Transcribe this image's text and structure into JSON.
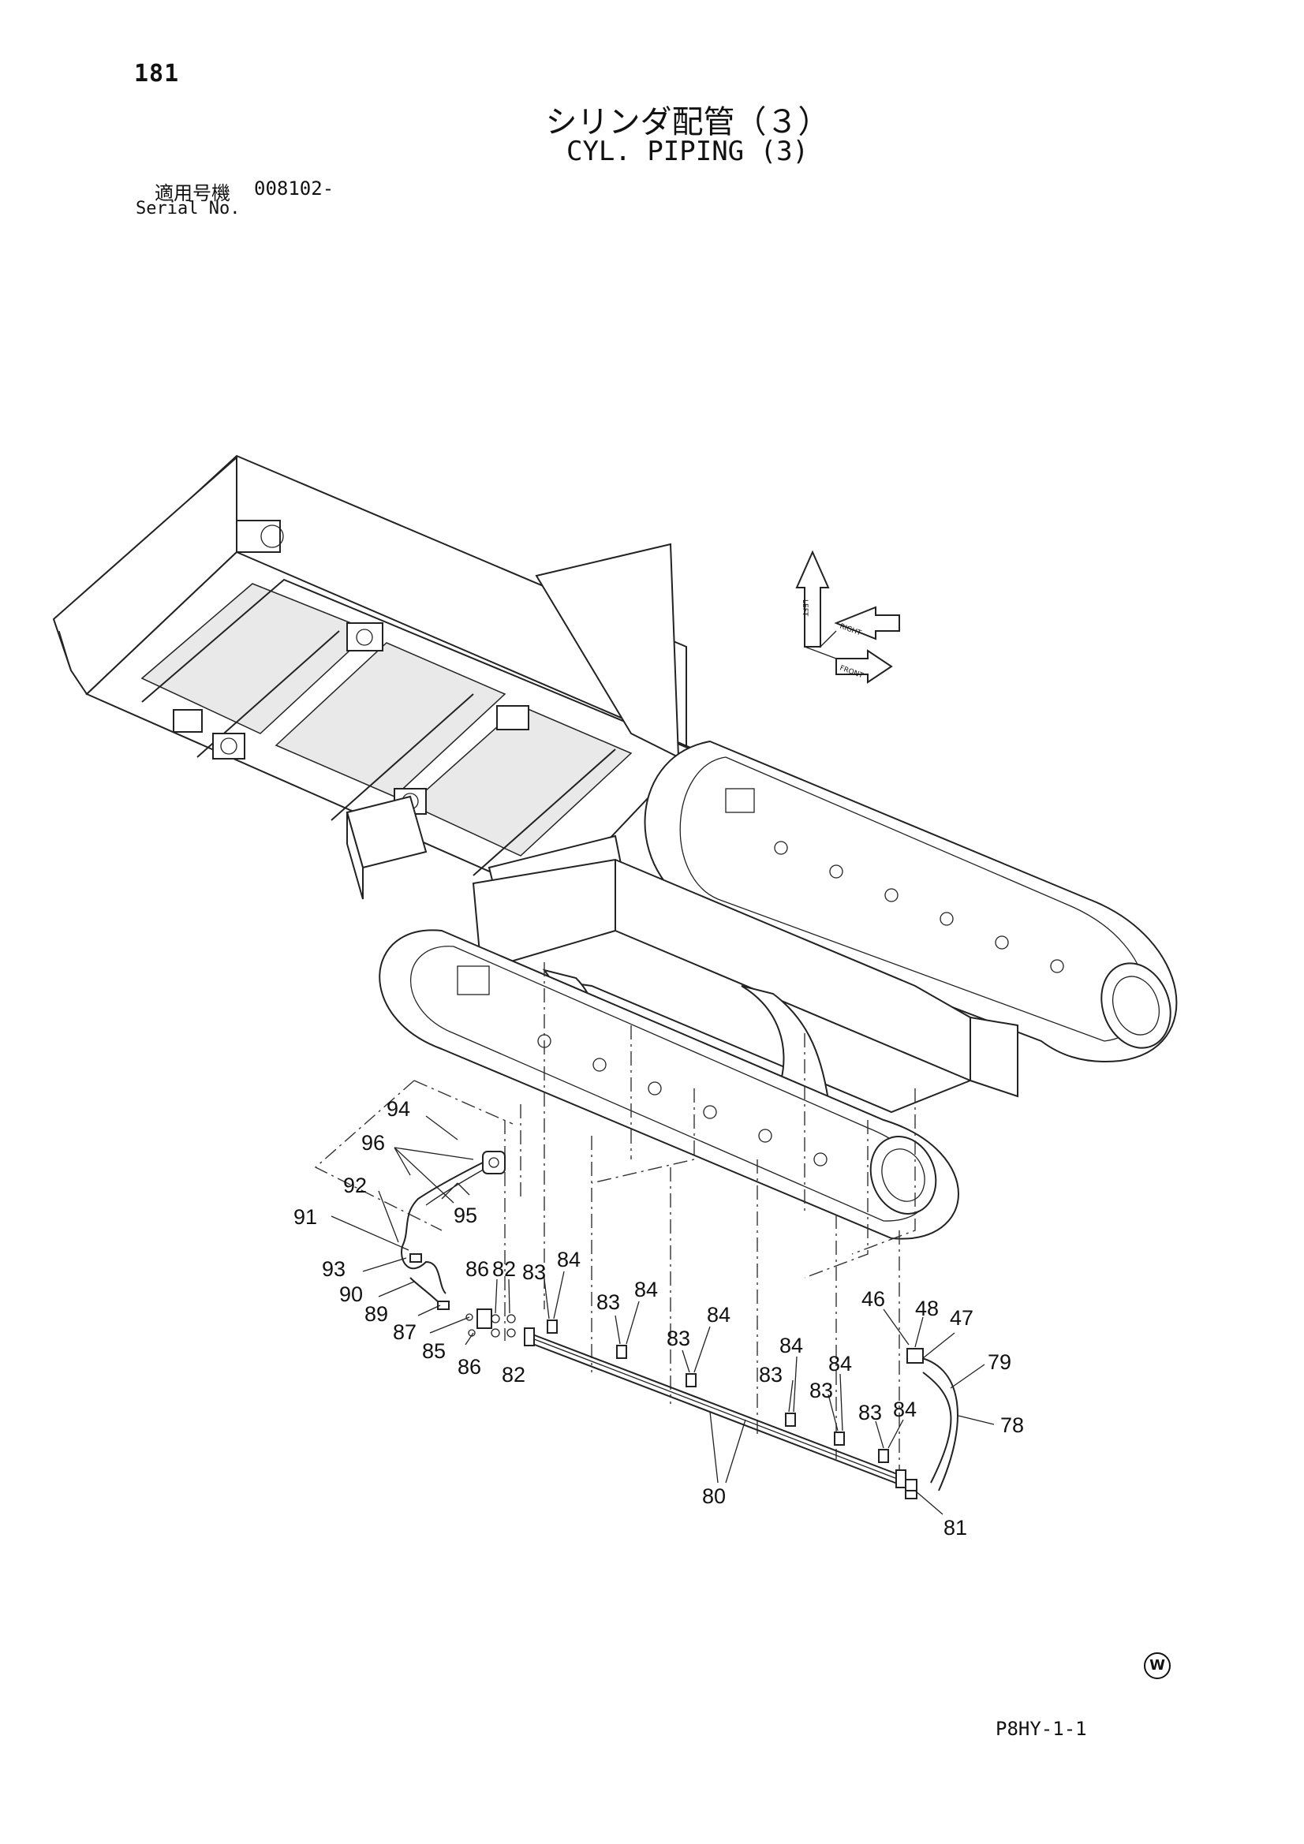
{
  "header": {
    "page_number": "181",
    "title_jp": "シリンダ配管（３）",
    "title_en": "CYL. PIPING (3)",
    "serial_label_jp": "適用号機",
    "serial_value": "008102-",
    "serial_label_en": "Serial No."
  },
  "footer": {
    "doc_code": "P8HY-1-1",
    "mark": "W"
  },
  "direction_arrow": {
    "labels": [
      "LEFT",
      "RIGHT",
      "FRONT"
    ]
  },
  "callouts": [
    {
      "id": "c94",
      "text": "94"
    },
    {
      "id": "c96",
      "text": "96"
    },
    {
      "id": "c92",
      "text": "92"
    },
    {
      "id": "c95",
      "text": "95"
    },
    {
      "id": "c91",
      "text": "91"
    },
    {
      "id": "c93",
      "text": "93"
    },
    {
      "id": "c90",
      "text": "90"
    },
    {
      "id": "c89",
      "text": "89"
    },
    {
      "id": "c87",
      "text": "87"
    },
    {
      "id": "c85",
      "text": "85"
    },
    {
      "id": "c86a",
      "text": "86"
    },
    {
      "id": "c82a",
      "text": "82"
    },
    {
      "id": "c86b",
      "text": "86"
    },
    {
      "id": "c82b",
      "text": "82"
    },
    {
      "id": "c83a",
      "text": "83"
    },
    {
      "id": "c84a",
      "text": "84"
    },
    {
      "id": "c83b",
      "text": "83"
    },
    {
      "id": "c84b",
      "text": "84"
    },
    {
      "id": "c83c",
      "text": "83"
    },
    {
      "id": "c84c",
      "text": "84"
    },
    {
      "id": "c84d",
      "text": "84"
    },
    {
      "id": "c83d",
      "text": "83"
    },
    {
      "id": "c84e",
      "text": "84"
    },
    {
      "id": "c83e",
      "text": "83"
    },
    {
      "id": "c83f",
      "text": "83"
    },
    {
      "id": "c84f",
      "text": "84"
    },
    {
      "id": "c46",
      "text": "46"
    },
    {
      "id": "c48",
      "text": "48"
    },
    {
      "id": "c47",
      "text": "47"
    },
    {
      "id": "c79",
      "text": "79"
    },
    {
      "id": "c78",
      "text": "78"
    },
    {
      "id": "c80",
      "text": "80"
    },
    {
      "id": "c81",
      "text": "81"
    }
  ]
}
